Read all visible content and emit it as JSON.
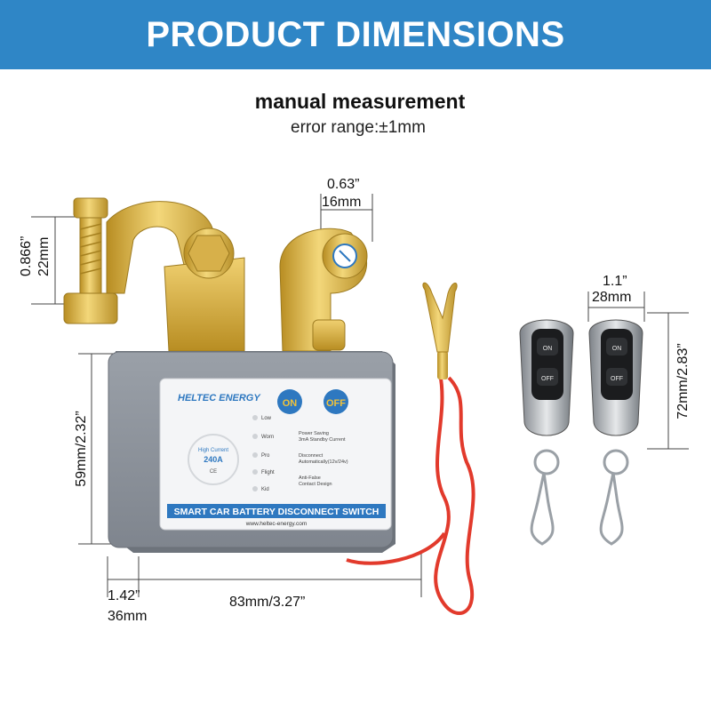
{
  "header": {
    "title": "PRODUCT DIMENSIONS"
  },
  "intro": {
    "heading": "manual measurement",
    "error": "error range:±1mm"
  },
  "dimensions": {
    "bolt_width_in": "0.63”",
    "bolt_width_mm": "16mm",
    "clamp_height_in": "0.866”",
    "clamp_height_mm": "22mm",
    "body_height": "59mm/2.32”",
    "depth_in": "1.42”",
    "depth_mm": "36mm",
    "body_width": "83mm/3.27”",
    "remote_width_in": "1.1”",
    "remote_width_mm": "28mm",
    "remote_height": "72mm/2.83”"
  },
  "device": {
    "brand": "HELTEC ENERGY",
    "on_label": "ON",
    "off_label": "OFF",
    "current_label": "High Current",
    "current_value": "240A",
    "ce": "CE",
    "modes": [
      "Low",
      "Worn",
      "Pro",
      "Flight",
      "Kid"
    ],
    "features": [
      "Power Saving\n3mA Standby Current",
      "Disconnect\nAutomatically(12v/24v)",
      "Anti-False\nContact Design"
    ],
    "product_name": "SMART CAR BATTERY DISCONNECT SWITCH",
    "website": "www.heltec-energy.com"
  },
  "remote": {
    "on_label": "ON",
    "off_label": "OFF"
  },
  "colors": {
    "banner": "#2f86c6",
    "housing": "#8a8f97",
    "brass": "#d9b64a",
    "wire": "#e23a2c",
    "on_button": "#2e78c0"
  }
}
